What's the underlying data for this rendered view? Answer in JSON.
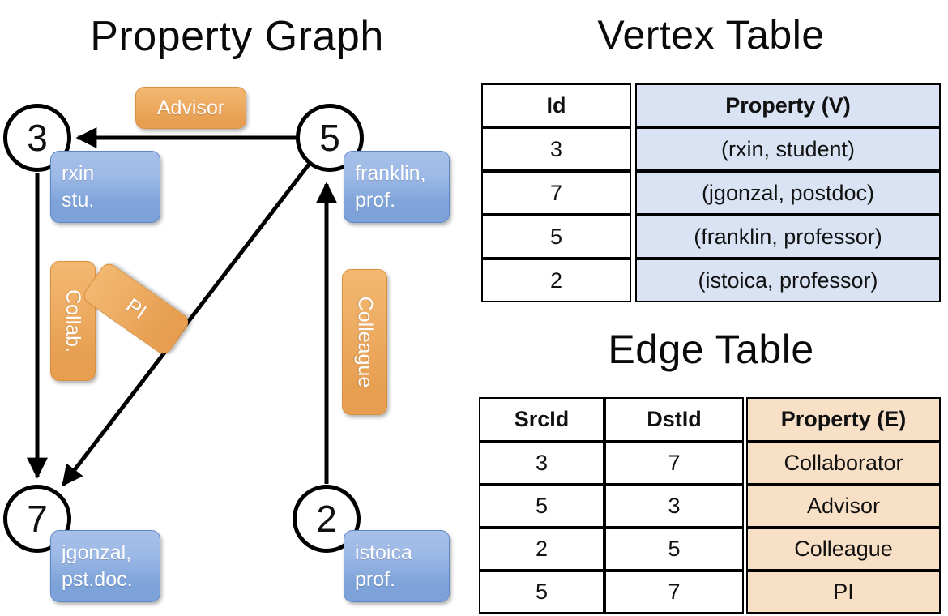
{
  "titles": {
    "graph": "Property Graph",
    "vertex_table": "Vertex Table",
    "edge_table": "Edge Table"
  },
  "colors": {
    "vertex_property_fill": "#d9e3f4",
    "edge_property_fill": "#f7e0c6",
    "vertex_box_fill": "#9db9e6",
    "edge_box_fill": "#eeac63",
    "stroke": "#000000",
    "background": "#ffffff"
  },
  "graph": {
    "nodes": [
      {
        "id": "3",
        "label": "3",
        "property_lines": [
          "rxin",
          "stu."
        ]
      },
      {
        "id": "5",
        "label": "5",
        "property_lines": [
          "franklin,",
          "prof."
        ]
      },
      {
        "id": "7",
        "label": "7",
        "property_lines": [
          "jgonzal,",
          "pst.doc."
        ]
      },
      {
        "id": "2",
        "label": "2",
        "property_lines": [
          "istoica",
          "prof."
        ]
      }
    ],
    "edge_labels": {
      "advisor": "Advisor",
      "collab": "Collab.",
      "pi": "PI",
      "colleague": "Colleague"
    },
    "edges": [
      {
        "src": "5",
        "dst": "3",
        "label": "Advisor"
      },
      {
        "src": "3",
        "dst": "7",
        "label": "Collab."
      },
      {
        "src": "5",
        "dst": "7",
        "label": "PI"
      },
      {
        "src": "2",
        "dst": "5",
        "label": "Colleague"
      }
    ]
  },
  "vertex_table": {
    "headers": [
      "Id",
      "Property (V)"
    ],
    "rows": [
      {
        "id": "3",
        "property": "(rxin, student)"
      },
      {
        "id": "7",
        "property": "(jgonzal, postdoc)"
      },
      {
        "id": "5",
        "property": "(franklin, professor)"
      },
      {
        "id": "2",
        "property": "(istoica, professor)"
      }
    ]
  },
  "edge_table": {
    "headers": [
      "SrcId",
      "DstId",
      "Property (E)"
    ],
    "rows": [
      {
        "src": "3",
        "dst": "7",
        "property": "Collaborator"
      },
      {
        "src": "5",
        "dst": "3",
        "property": "Advisor"
      },
      {
        "src": "2",
        "dst": "5",
        "property": "Colleague"
      },
      {
        "src": "5",
        "dst": "7",
        "property": "PI"
      }
    ]
  }
}
